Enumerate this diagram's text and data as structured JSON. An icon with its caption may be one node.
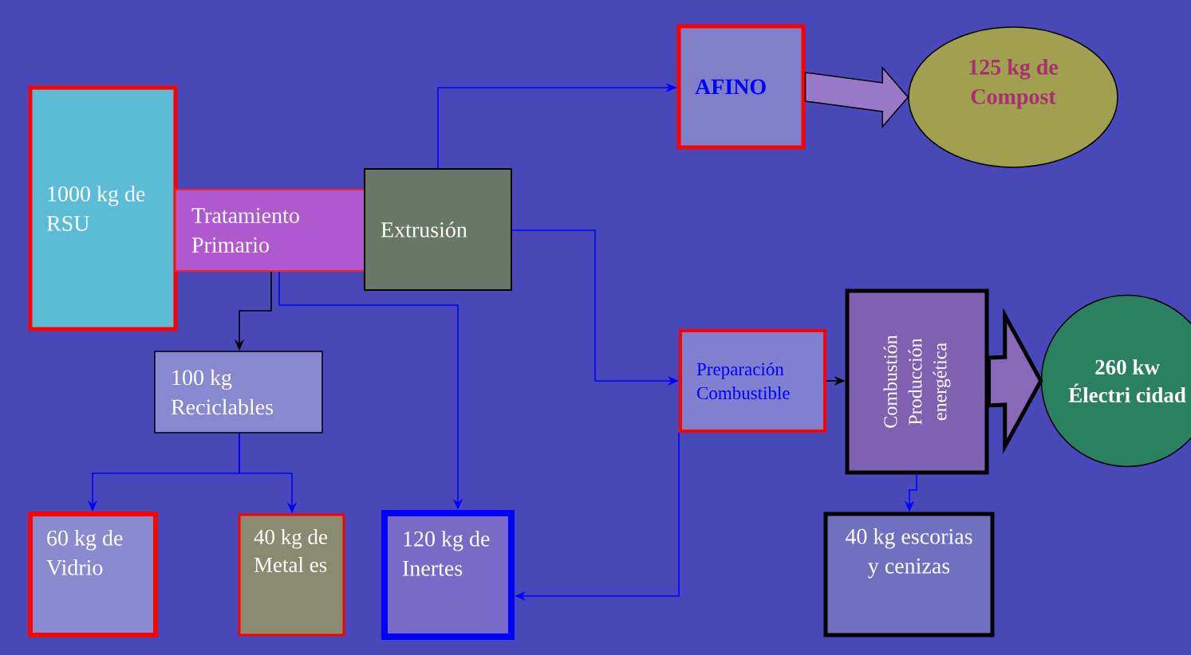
{
  "diagram": {
    "nodes": [
      {
        "text": [
          "1000 kg de RSU"
        ]
      },
      {
        "text": [
          "Tratamiento Primario"
        ]
      },
      {
        "text": [
          "Extrusión"
        ]
      },
      {
        "text": [
          "AFINO"
        ]
      },
      {
        "text": [
          "125 kg de Compost"
        ]
      },
      {
        "text": [
          "100 kg Reciclables"
        ]
      },
      {
        "text": [
          "Preparación Combustible"
        ]
      },
      {
        "text": [
          "Combustión Producción energética"
        ]
      },
      {
        "text": [
          "260 kw Électri cidad"
        ]
      },
      {
        "text": [
          "60 kg de Vidrio"
        ]
      },
      {
        "text": [
          "40 kg de Metal es"
        ]
      },
      {
        "text": [
          "120 kg de Inertes"
        ]
      },
      {
        "text": [
          "40 kg escorias y cenizas"
        ]
      }
    ],
    "edges": [
      {
        "from": 2,
        "to": 3,
        "arrow": "to"
      },
      {
        "from": 3,
        "to": 4,
        "arrow": "to",
        "style": "thick",
        "color": "#9a78c8"
      },
      {
        "from": 1,
        "to": 5,
        "arrow": "to",
        "color": "#000000"
      },
      {
        "from": 1,
        "to": 11,
        "arrow": "to"
      },
      {
        "from": 2,
        "to": 6,
        "arrow": "to"
      },
      {
        "from": 6,
        "to": 7,
        "arrow": "to",
        "color": "#000000"
      },
      {
        "from": 7,
        "to": 8,
        "arrow": "to",
        "style": "thick",
        "color": "#8a68b8"
      },
      {
        "from": 7,
        "to": 12,
        "arrow": "to"
      },
      {
        "from": 5,
        "to": 9,
        "arrow": "to"
      },
      {
        "from": 5,
        "to": 10,
        "arrow": "to"
      },
      {
        "from": 6,
        "to": 11,
        "arrow": "to"
      }
    ]
  }
}
